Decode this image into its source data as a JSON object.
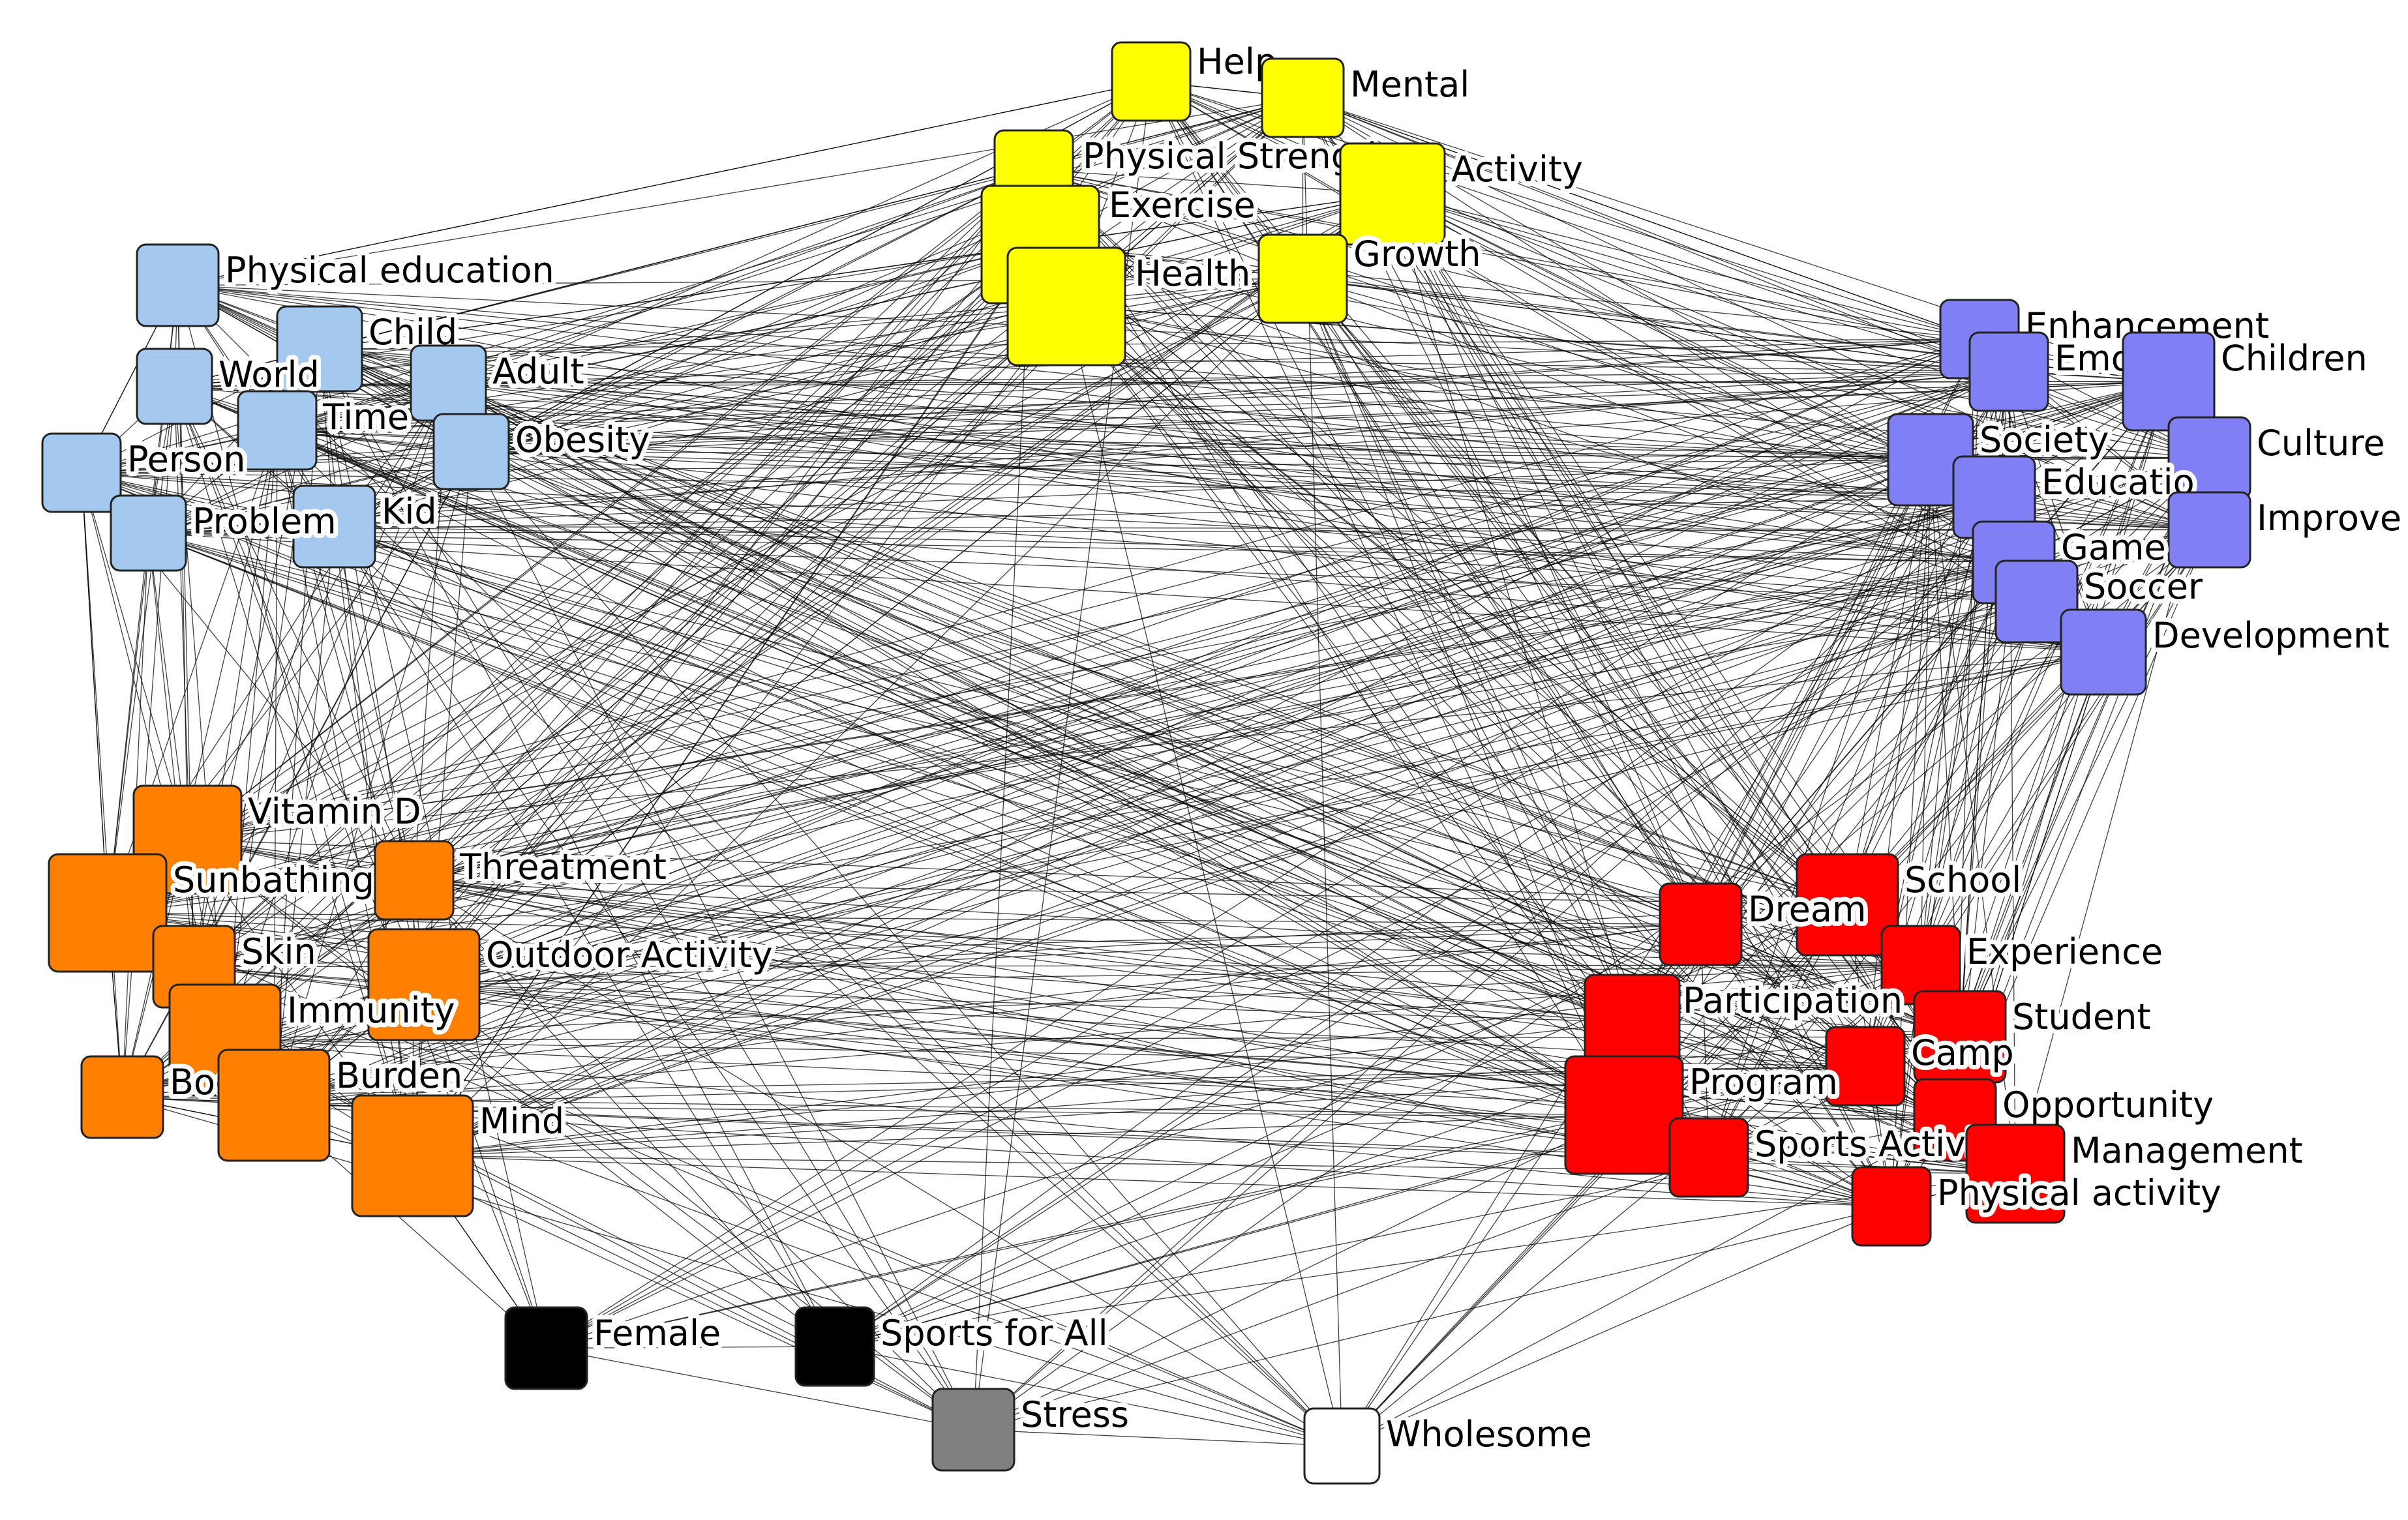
{
  "diagram": {
    "type": "network",
    "group_colors": {
      "yellow": "#ffff00",
      "lightblue": "#a4c8ee",
      "purple": "#8080f4",
      "orange": "#ff8000",
      "red": "#ff0000",
      "black": "#000000",
      "gray": "#808080",
      "white": "#ffffff"
    },
    "nodes": [
      {
        "id": "help",
        "label": "Help",
        "group": "yellow"
      },
      {
        "id": "mental",
        "label": "Mental",
        "group": "yellow"
      },
      {
        "id": "physical-strength",
        "label": "Physical Strength",
        "group": "yellow"
      },
      {
        "id": "activity",
        "label": "Activity",
        "group": "yellow"
      },
      {
        "id": "exercise",
        "label": "Exercise",
        "group": "yellow"
      },
      {
        "id": "health",
        "label": "Health",
        "group": "yellow"
      },
      {
        "id": "growth",
        "label": "Growth",
        "group": "yellow"
      },
      {
        "id": "physical-education",
        "label": "Physical education",
        "group": "lightblue"
      },
      {
        "id": "child",
        "label": "Child",
        "group": "lightblue"
      },
      {
        "id": "world",
        "label": "World",
        "group": "lightblue"
      },
      {
        "id": "adult",
        "label": "Adult",
        "group": "lightblue"
      },
      {
        "id": "time",
        "label": "Time",
        "group": "lightblue"
      },
      {
        "id": "obesity",
        "label": "Obesity",
        "group": "lightblue"
      },
      {
        "id": "person",
        "label": "Person",
        "group": "lightblue"
      },
      {
        "id": "kid",
        "label": "Kid",
        "group": "lightblue"
      },
      {
        "id": "problem",
        "label": "Problem",
        "group": "lightblue"
      },
      {
        "id": "enhancement",
        "label": "Enhancement",
        "group": "purple"
      },
      {
        "id": "emotion",
        "label": "Emotion",
        "group": "purple"
      },
      {
        "id": "children",
        "label": "Children",
        "group": "purple"
      },
      {
        "id": "society",
        "label": "Society",
        "group": "purple"
      },
      {
        "id": "culture",
        "label": "Culture",
        "group": "purple"
      },
      {
        "id": "education",
        "label": "Educatio",
        "group": "purple"
      },
      {
        "id": "improve",
        "label": "Improve",
        "group": "purple"
      },
      {
        "id": "game",
        "label": "Game",
        "group": "purple"
      },
      {
        "id": "soccer",
        "label": "Soccer",
        "group": "purple"
      },
      {
        "id": "development",
        "label": "Development",
        "group": "purple"
      },
      {
        "id": "vitamin-d",
        "label": "Vitamin D",
        "group": "orange"
      },
      {
        "id": "sunbathing",
        "label": "Sunbathing",
        "group": "orange"
      },
      {
        "id": "threatment",
        "label": "Threatment",
        "group": "orange"
      },
      {
        "id": "skin",
        "label": "Skin",
        "group": "orange"
      },
      {
        "id": "outdoor-activity",
        "label": "Outdoor Activity",
        "group": "orange"
      },
      {
        "id": "immunity",
        "label": "Immunity",
        "group": "orange"
      },
      {
        "id": "body",
        "label": "Body",
        "group": "orange"
      },
      {
        "id": "burden",
        "label": "Burden",
        "group": "orange"
      },
      {
        "id": "mind",
        "label": "Mind",
        "group": "orange"
      },
      {
        "id": "school",
        "label": "School",
        "group": "red"
      },
      {
        "id": "dream",
        "label": "Dream",
        "group": "red"
      },
      {
        "id": "experience",
        "label": "Experience",
        "group": "red"
      },
      {
        "id": "participation",
        "label": "Participation",
        "group": "red"
      },
      {
        "id": "student",
        "label": "Student",
        "group": "red"
      },
      {
        "id": "camp",
        "label": "Camp",
        "group": "red"
      },
      {
        "id": "program",
        "label": "Program",
        "group": "red"
      },
      {
        "id": "opportunity",
        "label": "Opportunity",
        "group": "red"
      },
      {
        "id": "sports-activity",
        "label": "Sports Activity",
        "group": "red"
      },
      {
        "id": "management",
        "label": "Management",
        "group": "red"
      },
      {
        "id": "physical-activity",
        "label": "Physical activity",
        "group": "red"
      },
      {
        "id": "female",
        "label": "Female",
        "group": "black"
      },
      {
        "id": "sports-for-all",
        "label": "Sports for All",
        "group": "black"
      },
      {
        "id": "stress",
        "label": "Stress",
        "group": "gray"
      },
      {
        "id": "wholesome",
        "label": "Wholesome",
        "group": "white"
      }
    ]
  }
}
